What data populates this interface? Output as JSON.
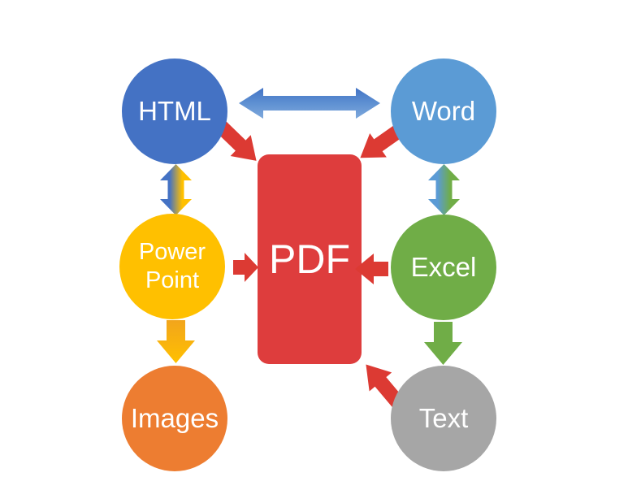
{
  "diagram": {
    "background": "#FFFFFF",
    "center_node": {
      "id": "pdf",
      "label": "PDF",
      "shape": "rounded-rectangle",
      "color": "#DE3D3D",
      "text_color": "#FFFFFF"
    },
    "nodes": [
      {
        "id": "html",
        "label": "HTML",
        "shape": "circle",
        "color": "#4472C4",
        "text_color": "#FFFFFF"
      },
      {
        "id": "word",
        "label": "Word",
        "shape": "circle",
        "color": "#5B9BD5",
        "text_color": "#FFFFFF"
      },
      {
        "id": "powerpoint",
        "label": "Power Point",
        "shape": "circle",
        "color": "#FFC000",
        "text_color": "#FFFFFF"
      },
      {
        "id": "excel",
        "label": "Excel",
        "shape": "circle",
        "color": "#70AD47",
        "text_color": "#FFFFFF"
      },
      {
        "id": "images",
        "label": "Images",
        "shape": "circle",
        "color": "#ED7D31",
        "text_color": "#FFFFFF"
      },
      {
        "id": "text",
        "label": "Text",
        "shape": "circle",
        "color": "#A6A6A6",
        "text_color": "#FFFFFF"
      }
    ],
    "arrows": [
      {
        "id": "html-word",
        "between": [
          "HTML",
          "Word"
        ],
        "direction": "bidirectional",
        "colors": [
          "#4273C5",
          "#7FA9DC"
        ]
      },
      {
        "id": "html-powerpoint",
        "between": [
          "HTML",
          "Power Point"
        ],
        "direction": "bidirectional",
        "colors": [
          "#4472C4",
          "#FFC000"
        ]
      },
      {
        "id": "word-excel",
        "between": [
          "Word",
          "Excel"
        ],
        "direction": "bidirectional",
        "colors": [
          "#5B9BD5",
          "#70AD47"
        ]
      },
      {
        "id": "html-to-pdf",
        "from": "HTML",
        "to": "PDF",
        "color": "#DC3A33"
      },
      {
        "id": "word-to-pdf",
        "from": "Word",
        "to": "PDF",
        "color": "#DC3A33"
      },
      {
        "id": "powerpoint-to-pdf",
        "from": "Power Point",
        "to": "PDF",
        "color": "#DC3A33"
      },
      {
        "id": "excel-to-pdf",
        "from": "Excel",
        "to": "PDF",
        "color": "#DC3A33"
      },
      {
        "id": "text-to-pdf",
        "from": "Text",
        "to": "PDF",
        "color": "#DC3A33"
      },
      {
        "id": "powerpoint-to-images",
        "from": "Power Point",
        "to": "Images",
        "color": "#FFB900"
      },
      {
        "id": "excel-to-text",
        "from": "Excel",
        "to": "Text",
        "color": "#70AD47"
      }
    ]
  }
}
